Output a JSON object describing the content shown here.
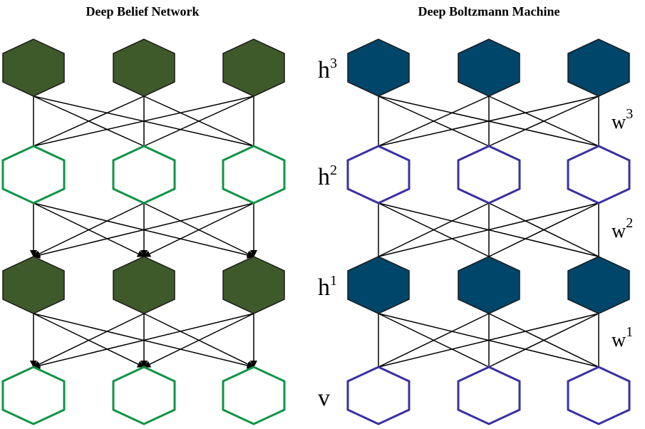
{
  "dbn": {
    "title": "Deep Belief Network",
    "hidden_fill": "#3f5a2a",
    "visible_stroke": "#119445",
    "hidden_stroke": "#1a1a1a"
  },
  "dbm": {
    "title": "Deep Boltzmann Machine",
    "hidden_fill": "#00466a",
    "visible_stroke": "#3b31a0",
    "hidden_stroke": "#1a1a1a",
    "layer_labels": [
      {
        "base": "h",
        "sup": "3"
      },
      {
        "base": "h",
        "sup": "2"
      },
      {
        "base": "h",
        "sup": "1"
      },
      {
        "base": "v",
        "sup": ""
      }
    ],
    "weight_labels": [
      {
        "base": "w",
        "sup": "3"
      },
      {
        "base": "w",
        "sup": "2"
      },
      {
        "base": "w",
        "sup": "1"
      }
    ]
  },
  "edge_color": "#000000",
  "units_per_layer": 3,
  "layer_types": [
    "filled",
    "outline",
    "filled",
    "outline"
  ]
}
